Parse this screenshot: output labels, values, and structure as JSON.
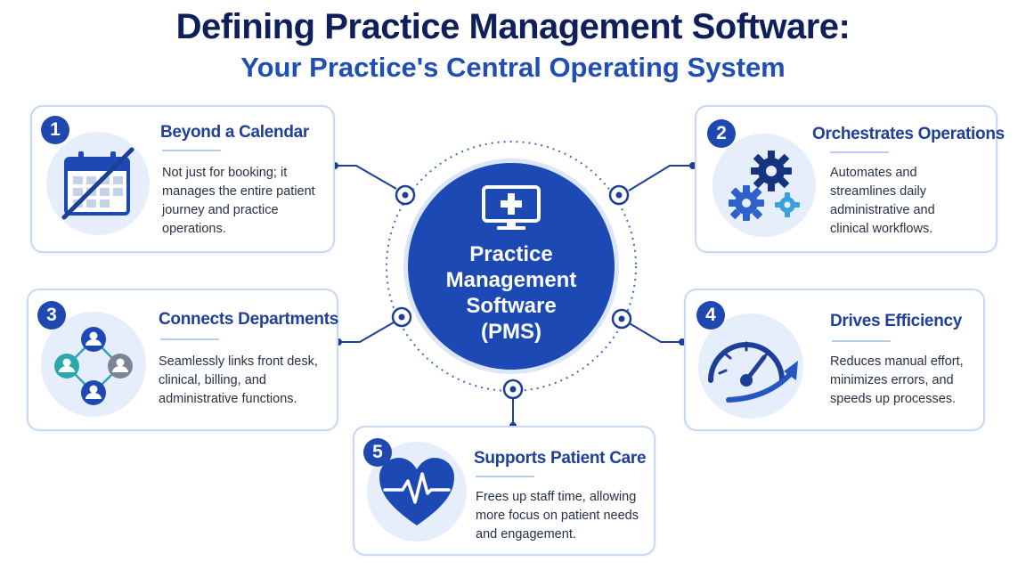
{
  "header": {
    "title": "Defining Practice Management Software:",
    "subtitle": "Your Practice's Central Operating System"
  },
  "hub": {
    "label_lines": [
      "Practice",
      "Management",
      "Software",
      "(PMS)"
    ],
    "icon": "monitor-medical-cross-icon"
  },
  "cards": [
    {
      "number": "1",
      "title": "Beyond a Calendar",
      "desc_lines": [
        "Not just for booking; it",
        "manages the entire patient",
        "journey and practice",
        "operations."
      ],
      "icon": "crossed-calendar-icon"
    },
    {
      "number": "2",
      "title": "Orchestrates Operations",
      "desc_lines": [
        "Automates and",
        "streamlines daily",
        "administrative and",
        "clinical workflows."
      ],
      "icon": "gears-icon"
    },
    {
      "number": "3",
      "title": "Connects Departments",
      "desc_lines": [
        "Seamlessly links front desk,",
        "clinical, billing, and",
        "administrative functions."
      ],
      "icon": "people-network-icon"
    },
    {
      "number": "4",
      "title": "Drives Efficiency",
      "desc_lines": [
        "Reduces manual effort,",
        "minimizes errors, and",
        "speeds up processes."
      ],
      "icon": "speedometer-icon"
    },
    {
      "number": "5",
      "title": "Supports Patient Care",
      "desc_lines": [
        "Frees up staff time, allowing",
        "more focus on patient needs",
        "and engagement."
      ],
      "icon": "heart-pulse-icon"
    }
  ],
  "colors": {
    "navy": "#0f1f5c",
    "primary": "#1d49b4",
    "accent_light": "#3aa0e0",
    "card_border": "#c9d8f1",
    "icon_bg": "#e6eefb"
  }
}
